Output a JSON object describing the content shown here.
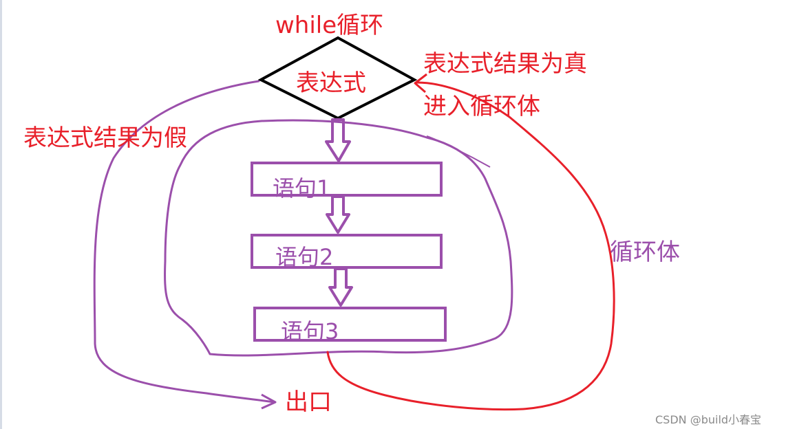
{
  "diagram": {
    "title": "while循环",
    "condition": "表达式",
    "true_label_line1": "表达式结果为真",
    "true_label_line2": "进入循环体",
    "false_label": "表达式结果为假",
    "statements": [
      "语句1",
      "语句2",
      "语句3"
    ],
    "loop_body_label": "循环体",
    "exit_label": "出口"
  },
  "watermark": "CSDN @build小春宝",
  "colors": {
    "red": "#e8202a",
    "purple": "#9b4fab",
    "black": "#000000"
  }
}
